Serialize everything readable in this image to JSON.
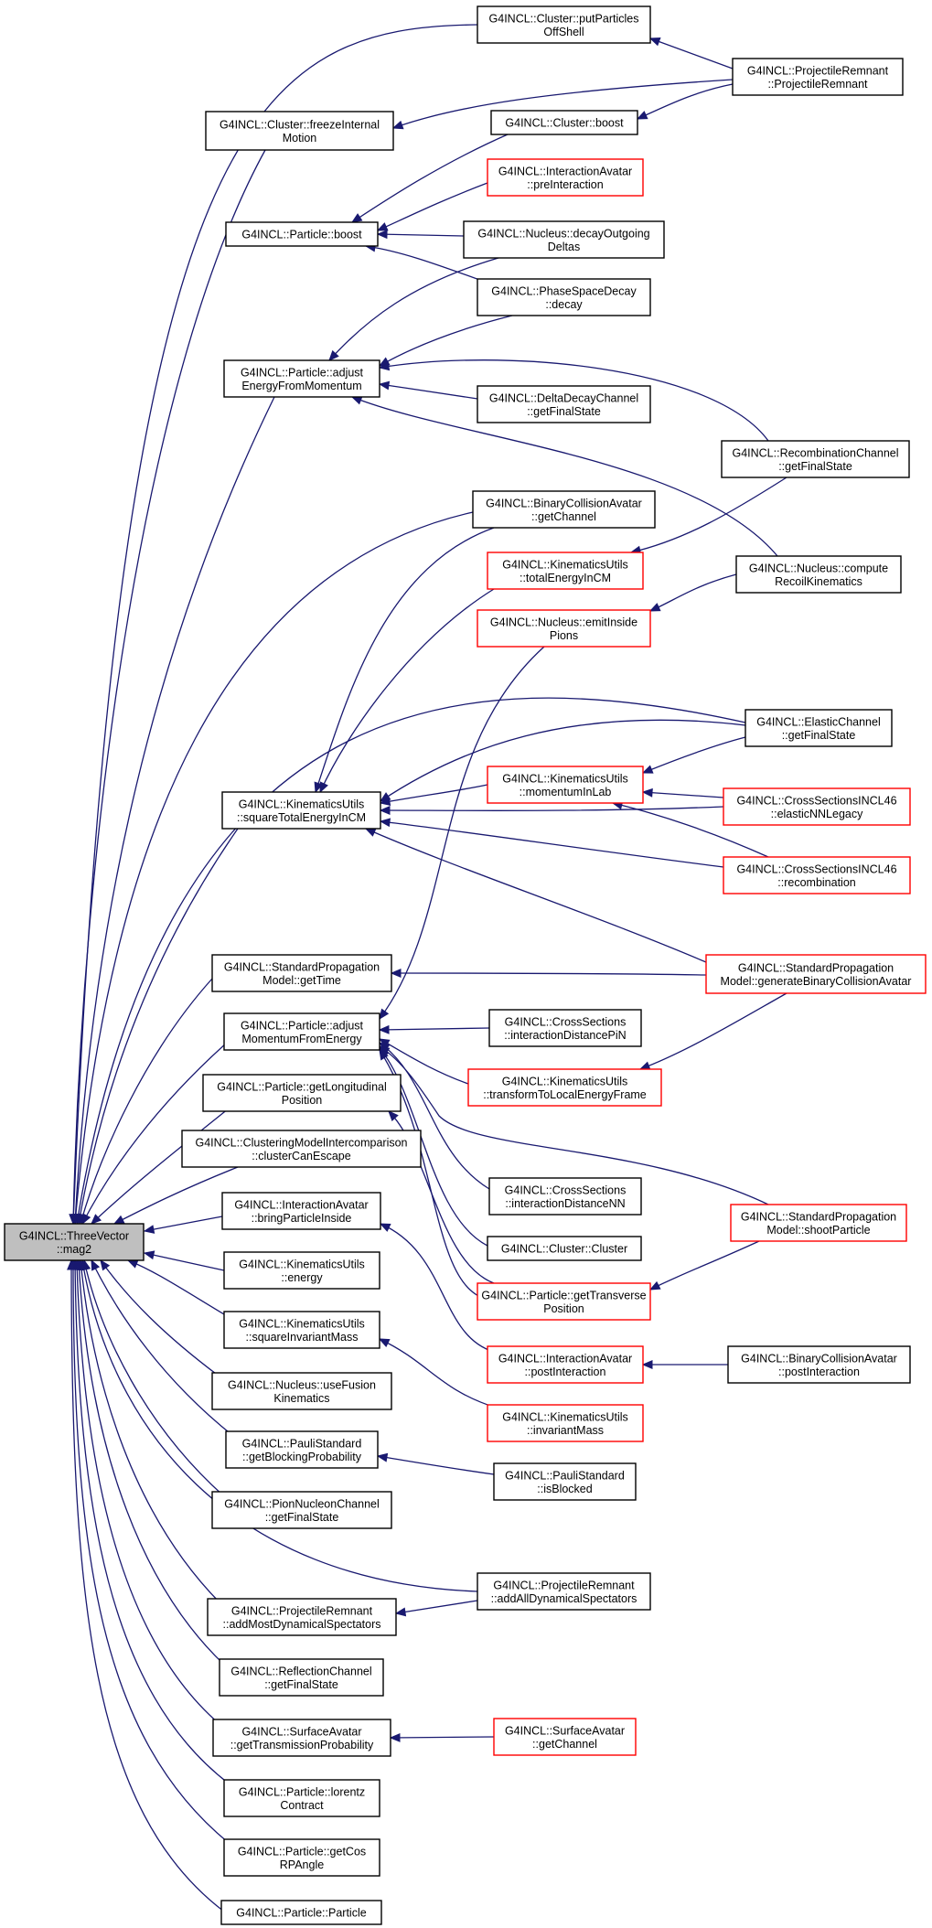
{
  "colors": {
    "edge": "#191970",
    "highlight_border": "#ff0000",
    "normal_border": "#000000",
    "root_fill": "#bfbfbf"
  },
  "nodes": {
    "root": {
      "lines": [
        "G4INCL::ThreeVector",
        "::mag2"
      ],
      "style": "root"
    },
    "putParticlesOffShell": {
      "lines": [
        "G4INCL::Cluster::putParticles",
        "OffShell"
      ],
      "style": "normal"
    },
    "projRemnantCtor": {
      "lines": [
        "G4INCL::ProjectileRemnant",
        "::ProjectileRemnant"
      ],
      "style": "normal"
    },
    "freezeInternal": {
      "lines": [
        "G4INCL::Cluster::freezeInternal",
        "Motion"
      ],
      "style": "normal"
    },
    "clusterBoost": {
      "lines": [
        "G4INCL::Cluster::boost"
      ],
      "style": "normal"
    },
    "preInteraction": {
      "lines": [
        "G4INCL::InteractionAvatar",
        "::preInteraction"
      ],
      "style": "red"
    },
    "particleBoost": {
      "lines": [
        "G4INCL::Particle::boost"
      ],
      "style": "normal"
    },
    "decayOutgoing": {
      "lines": [
        "G4INCL::Nucleus::decayOutgoing",
        "Deltas"
      ],
      "style": "normal"
    },
    "phaseSpaceDecay": {
      "lines": [
        "G4INCL::PhaseSpaceDecay",
        "::decay"
      ],
      "style": "normal"
    },
    "adjustEnergy": {
      "lines": [
        "G4INCL::Particle::adjust",
        "EnergyFromMomentum"
      ],
      "style": "normal"
    },
    "deltaDecay": {
      "lines": [
        "G4INCL::DeltaDecayChannel",
        "::getFinalState"
      ],
      "style": "normal"
    },
    "recombination": {
      "lines": [
        "G4INCL::RecombinationChannel",
        "::getFinalState"
      ],
      "style": "normal"
    },
    "binaryGetChannel": {
      "lines": [
        "G4INCL::BinaryCollisionAvatar",
        "::getChannel"
      ],
      "style": "normal"
    },
    "totalEnergyInCM": {
      "lines": [
        "G4INCL::KinematicsUtils",
        "::totalEnergyInCM"
      ],
      "style": "red"
    },
    "computeRecoil": {
      "lines": [
        "G4INCL::Nucleus::compute",
        "RecoilKinematics"
      ],
      "style": "normal"
    },
    "emitInsidePions": {
      "lines": [
        "G4INCL::Nucleus::emitInside",
        "Pions"
      ],
      "style": "red"
    },
    "elasticChannel": {
      "lines": [
        "G4INCL::ElasticChannel",
        "::getFinalState"
      ],
      "style": "normal"
    },
    "momentumInLab": {
      "lines": [
        "G4INCL::KinematicsUtils",
        "::momentumInLab"
      ],
      "style": "red"
    },
    "squareTotalEnergy": {
      "lines": [
        "G4INCL::KinematicsUtils",
        "::squareTotalEnergyInCM"
      ],
      "style": "normal"
    },
    "elasticNNLegacy": {
      "lines": [
        "G4INCL::CrossSectionsINCL46",
        "::elasticNNLegacy"
      ],
      "style": "red"
    },
    "csRecombination": {
      "lines": [
        "G4INCL::CrossSectionsINCL46",
        "::recombination"
      ],
      "style": "red"
    },
    "getTime": {
      "lines": [
        "G4INCL::StandardPropagation",
        "Model::getTime"
      ],
      "style": "normal"
    },
    "generateBinary": {
      "lines": [
        "G4INCL::StandardPropagation",
        "Model::generateBinaryCollisionAvatar"
      ],
      "style": "red"
    },
    "adjustMomentum": {
      "lines": [
        "G4INCL::Particle::adjust",
        "MomentumFromEnergy"
      ],
      "style": "normal"
    },
    "distancePiN": {
      "lines": [
        "G4INCL::CrossSections",
        "::interactionDistancePiN"
      ],
      "style": "normal"
    },
    "transformLocal": {
      "lines": [
        "G4INCL::KinematicsUtils",
        "::transformToLocalEnergyFrame"
      ],
      "style": "red"
    },
    "getLongitudinal": {
      "lines": [
        "G4INCL::Particle::getLongitudinal",
        "Position"
      ],
      "style": "normal"
    },
    "clusterCanEscape": {
      "lines": [
        "G4INCL::ClusteringModelIntercomparison",
        "::clusterCanEscape"
      ],
      "style": "normal"
    },
    "distanceNN": {
      "lines": [
        "G4INCL::CrossSections",
        "::interactionDistanceNN"
      ],
      "style": "normal"
    },
    "shootParticle": {
      "lines": [
        "G4INCL::StandardPropagation",
        "Model::shootParticle"
      ],
      "style": "red"
    },
    "bringParticleInside": {
      "lines": [
        "G4INCL::InteractionAvatar",
        "::bringParticleInside"
      ],
      "style": "normal"
    },
    "clusterCtor": {
      "lines": [
        "G4INCL::Cluster::Cluster"
      ],
      "style": "normal"
    },
    "kinEnergy": {
      "lines": [
        "G4INCL::KinematicsUtils",
        "::energy"
      ],
      "style": "normal"
    },
    "getTransverse": {
      "lines": [
        "G4INCL::Particle::getTransverse",
        "Position"
      ],
      "style": "red"
    },
    "squareInvariantMass": {
      "lines": [
        "G4INCL::KinematicsUtils",
        "::squareInvariantMass"
      ],
      "style": "normal"
    },
    "postInteraction": {
      "lines": [
        "G4INCL::InteractionAvatar",
        "::postInteraction"
      ],
      "style": "red"
    },
    "binaryPostInteraction": {
      "lines": [
        "G4INCL::BinaryCollisionAvatar",
        "::postInteraction"
      ],
      "style": "normal"
    },
    "useFusion": {
      "lines": [
        "G4INCL::Nucleus::useFusion",
        "Kinematics"
      ],
      "style": "normal"
    },
    "invariantMass": {
      "lines": [
        "G4INCL::KinematicsUtils",
        "::invariantMass"
      ],
      "style": "red"
    },
    "blockingProb": {
      "lines": [
        "G4INCL::PauliStandard",
        "::getBlockingProbability"
      ],
      "style": "normal"
    },
    "isBlocked": {
      "lines": [
        "G4INCL::PauliStandard",
        "::isBlocked"
      ],
      "style": "normal"
    },
    "pionNucleon": {
      "lines": [
        "G4INCL::PionNucleonChannel",
        "::getFinalState"
      ],
      "style": "normal"
    },
    "addAllDyn": {
      "lines": [
        "G4INCL::ProjectileRemnant",
        "::addAllDynamicalSpectators"
      ],
      "style": "normal"
    },
    "addMostDyn": {
      "lines": [
        "G4INCL::ProjectileRemnant",
        "::addMostDynamicalSpectators"
      ],
      "style": "normal"
    },
    "reflection": {
      "lines": [
        "G4INCL::ReflectionChannel",
        "::getFinalState"
      ],
      "style": "normal"
    },
    "transmission": {
      "lines": [
        "G4INCL::SurfaceAvatar",
        "::getTransmissionProbability"
      ],
      "style": "normal"
    },
    "surfaceGetChannel": {
      "lines": [
        "G4INCL::SurfaceAvatar",
        "::getChannel"
      ],
      "style": "red"
    },
    "lorentz": {
      "lines": [
        "G4INCL::Particle::lorentz",
        "Contract"
      ],
      "style": "normal"
    },
    "getCosRP": {
      "lines": [
        "G4INCL::Particle::getCos",
        "RPAngle"
      ],
      "style": "normal"
    },
    "particleCtor": {
      "lines": [
        "G4INCL::Particle::Particle"
      ],
      "style": "normal"
    }
  }
}
